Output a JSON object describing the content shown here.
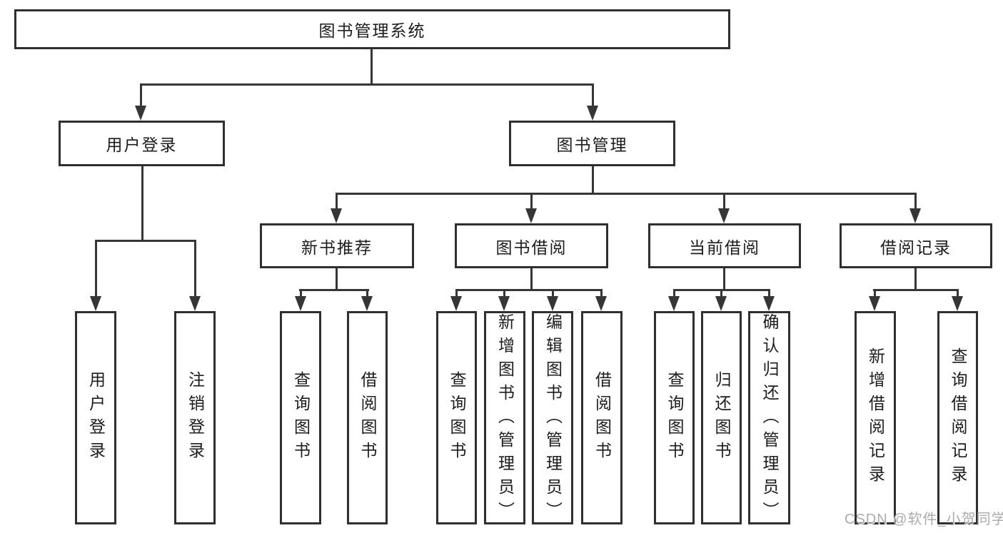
{
  "tree": {
    "label": "图书管理系统",
    "children": [
      {
        "label": "用户登录",
        "children": [
          {
            "label": "用户登录"
          },
          {
            "label": "注销登录"
          }
        ]
      },
      {
        "label": "图书管理",
        "children": [
          {
            "label": "新书推荐",
            "children": [
              {
                "label": "查询图书"
              },
              {
                "label": "借阅图书"
              }
            ]
          },
          {
            "label": "图书借阅",
            "children": [
              {
                "label": "查询图书"
              },
              {
                "label": "新增图书（管理员）"
              },
              {
                "label": "编辑图书（管理员）"
              },
              {
                "label": "借阅图书"
              }
            ]
          },
          {
            "label": "当前借阅",
            "children": [
              {
                "label": "查询图书"
              },
              {
                "label": "归还图书"
              },
              {
                "label": "确认归还（管理员）"
              }
            ]
          },
          {
            "label": "借阅记录",
            "children": [
              {
                "label": "新增借阅记录"
              },
              {
                "label": "查询借阅记录"
              }
            ]
          }
        ]
      }
    ]
  },
  "watermark": {
    "text": "CSDN @软件_小贺同学"
  },
  "colors": {
    "box_border": "#2f2f2f",
    "connector_line": "#363636",
    "text": "#1c1c1c",
    "watermark": "#ababab",
    "background": "#ffffff"
  }
}
